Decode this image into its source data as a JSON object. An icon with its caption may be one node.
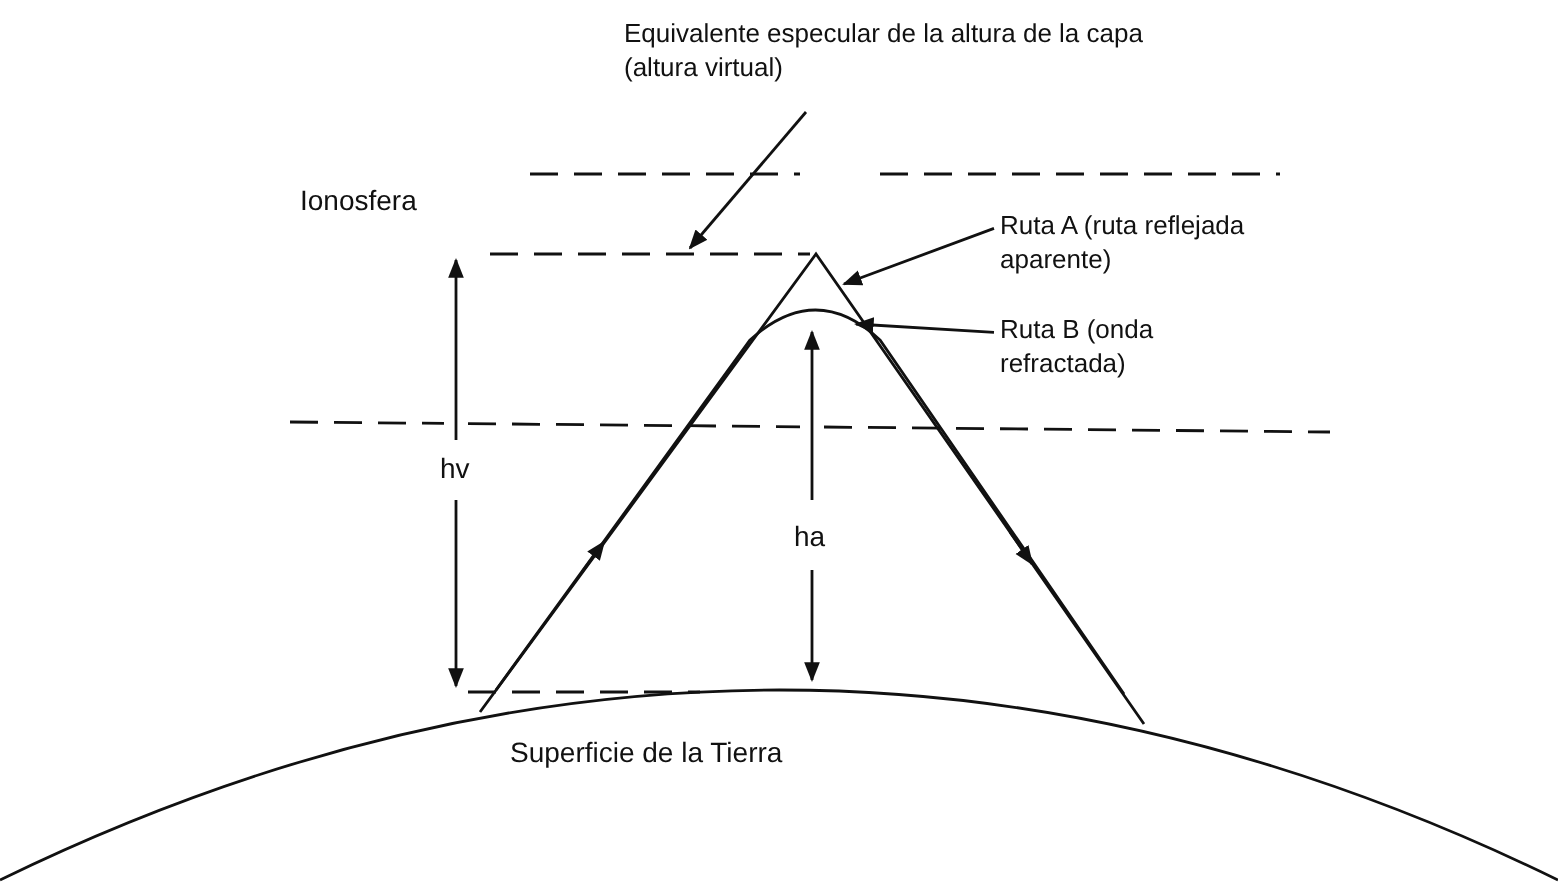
{
  "diagram": {
    "nodes": [
      {
        "text": [
          "Equivalente especular de la altura de la capa (altura virtual)"
        ]
      },
      {
        "text": [
          "Ruta A (ruta reflejada aparente)"
        ]
      },
      {
        "text": [
          "Ruta B (onda refractada)"
        ]
      }
    ],
    "edges": [
      {
        "from": 0,
        "to": null,
        "arrow": "to"
      },
      {
        "from": 1,
        "to": null,
        "arrow": "to"
      },
      {
        "from": 2,
        "to": null,
        "arrow": "to"
      }
    ],
    "labels": [
      "Ionosfera",
      "hv",
      "ha",
      "Superficie de la Tierra"
    ]
  }
}
